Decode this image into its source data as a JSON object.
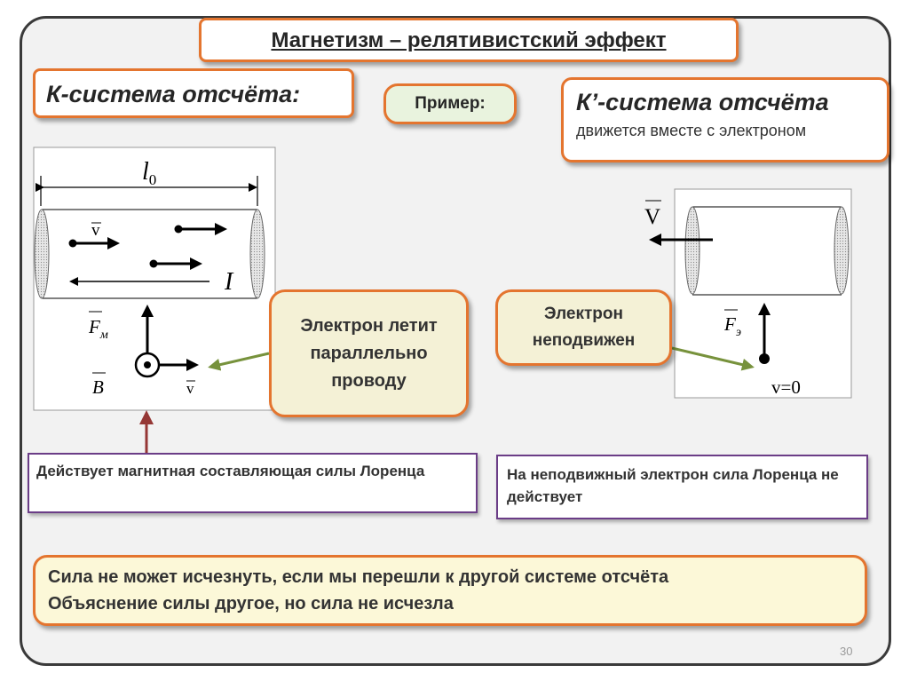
{
  "title": "Магнетизм – релятивистский эффект",
  "k_frame": "К-система отсчёта:",
  "example": "Пример:",
  "kprime_frame": {
    "title": "К’-система отсчёта",
    "subtitle": "движется вместе с электроном"
  },
  "left_diagram": {
    "length_label": "l",
    "length_sub": "0",
    "velocity_label": "v",
    "current_label": "I",
    "force_label": "F",
    "force_sub": "м",
    "field_label": "B",
    "velocity_small": "v"
  },
  "right_diagram": {
    "frame_velocity_label": "V",
    "force_label": "F",
    "force_sub": "э",
    "velocity_zero": "v=0"
  },
  "callout_left": [
    "Электрон летит",
    "параллельно",
    "проводу"
  ],
  "callout_right": [
    "Электрон",
    "неподвижен"
  ],
  "note_left": "Действует магнитная составляющая силы Лоренца",
  "note_right": "На неподвижный электрон сила Лоренца не действует",
  "bottom": {
    "line1": "Сила не может исчезнуть, если мы перешли к другой системе отсчёта",
    "line2": "Объяснение силы другое, но сила не исчезла"
  },
  "page_number": "30",
  "colors": {
    "border_accent": "#e4752f",
    "green_arrow": "#77923c",
    "red_arrow": "#953735",
    "purple_border": "#6b3d87"
  }
}
